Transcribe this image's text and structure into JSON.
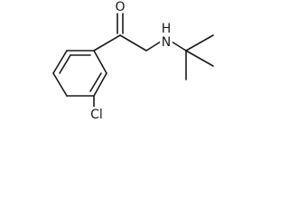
{
  "atoms": {
    "oxygen": "O",
    "nitrogen": "N",
    "hydrogen": "H",
    "chlorine": "Cl"
  }
}
